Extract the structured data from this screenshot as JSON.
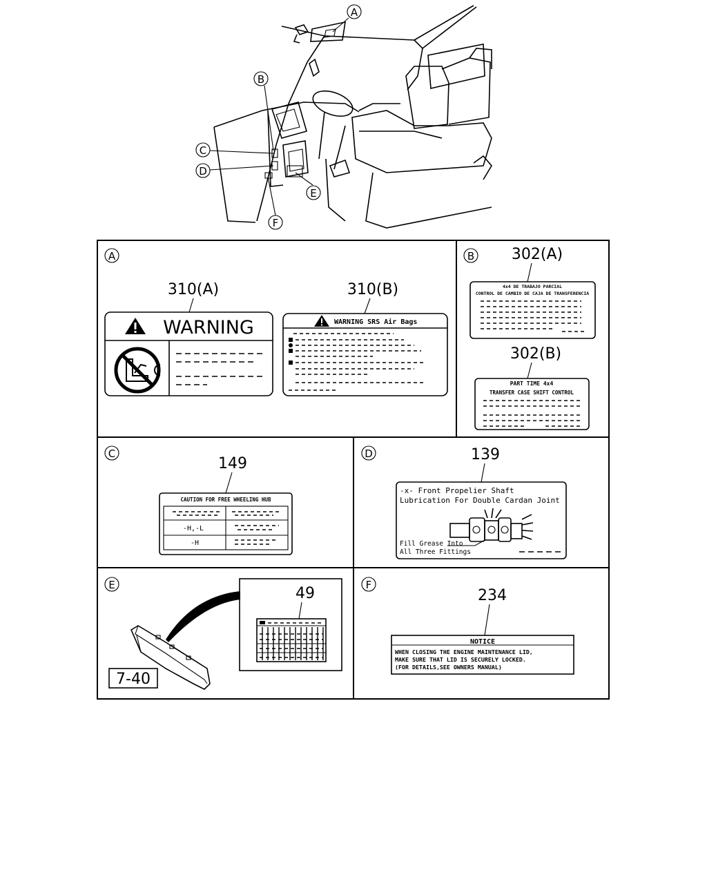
{
  "callouts": {
    "A": "A",
    "B": "B",
    "C": "C",
    "D": "D",
    "E": "E",
    "F": "F"
  },
  "panel_a": {
    "tag": "A",
    "part_310a": "310(A)",
    "part_310b": "310(B)",
    "warning_title": "WARNING",
    "srs_title": "WARNING SRS Air Bags"
  },
  "panel_b": {
    "tag": "B",
    "part_302a": "302(A)",
    "part_302b": "302(B)",
    "spanish_line1": "4x4 DE TRABAJO PARCIAL",
    "spanish_line2": "CONTROL DE CAMBIO DE CAJA DE TRANSFERENCIA",
    "english_line1": "PART TIME 4x4",
    "english_line2": "TRANSFER CASE SHIFT CONTROL"
  },
  "panel_c": {
    "tag": "C",
    "part": "149",
    "title": "CAUTION FOR FREE WHEELING HUB",
    "row2": "-H,-L",
    "row3": "-H"
  },
  "panel_d": {
    "tag": "D",
    "part": "139",
    "line1": "-x- Front Propelier Shaft",
    "line2": "Lubrication For Double Cardan Joint",
    "line3": "Fill Grease Into",
    "line4": "All Three Fittings"
  },
  "panel_e": {
    "tag": "E",
    "part": "49",
    "ref": "7-40"
  },
  "panel_f": {
    "tag": "F",
    "part": "234",
    "title": "NOTICE",
    "line1": "WHEN CLOSING THE ENGINE MAINTENANCE LID,",
    "line2": "MAKE SURE THAT LID IS SECURELY LOCKED.",
    "line3": "(FOR DETAILS,SEE OWNERS MANUAL)"
  }
}
